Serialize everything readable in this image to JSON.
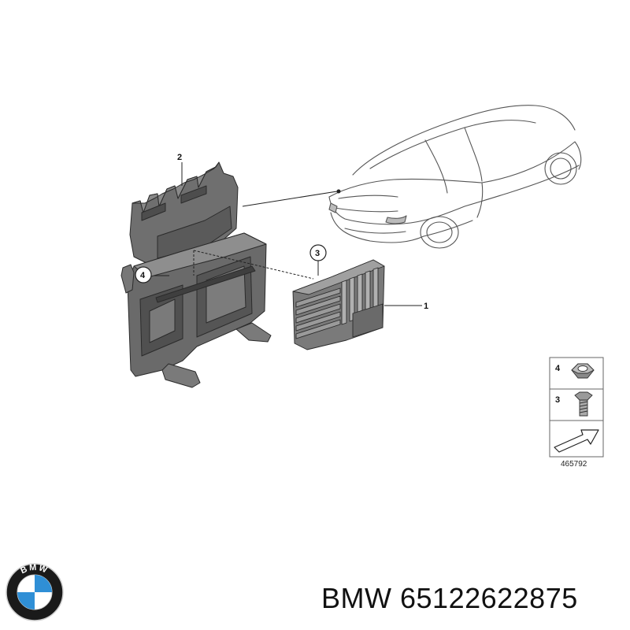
{
  "diagram": {
    "callouts": {
      "module": "1",
      "bracket": "2",
      "bolt": "3",
      "nut": "4"
    },
    "legend": {
      "items": [
        {
          "number": "4",
          "icon": "hex-nut-icon"
        },
        {
          "number": "3",
          "icon": "bolt-icon"
        },
        {
          "number": "",
          "icon": "arrow-icon"
        }
      ],
      "reference": "465792"
    }
  },
  "brand": {
    "logo_text": "BMW",
    "logo_colors": {
      "ring": "#1a1a1a",
      "blue": "#2f8fd6",
      "white": "#ffffff"
    }
  },
  "caption": {
    "brand": "BMW",
    "part_number": "65122622875"
  }
}
